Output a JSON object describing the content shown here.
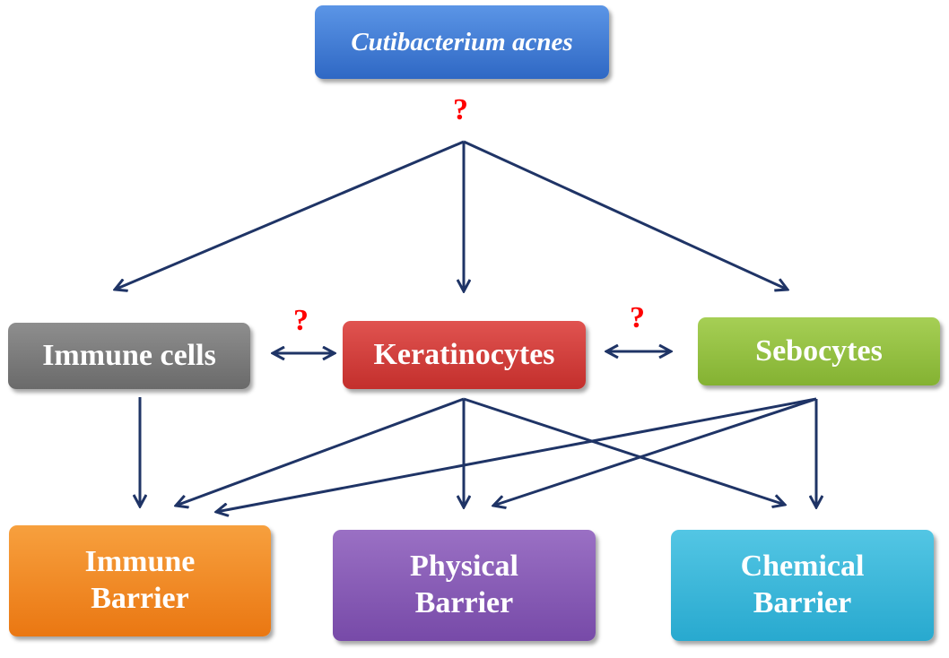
{
  "bacterium": {
    "label": "Cutibacterium acnes"
  },
  "cells": {
    "immune_cells": "Immune cells",
    "keratinocytes": "Keratinocytes",
    "sebocytes": "Sebocytes"
  },
  "barriers": {
    "immune": {
      "line1": "Immune",
      "line2": "Barrier"
    },
    "physical": {
      "line1": "Physical",
      "line2": "Barrier"
    },
    "chemical": {
      "line1": "Chemical",
      "line2": "Barrier"
    }
  },
  "unknown_marker": "?",
  "colors": {
    "bacterium": "#3d7ad6",
    "immune_cells": "#7a7a7a",
    "keratinocytes": "#d63c39",
    "sebocytes": "#96c23e",
    "immune_barrier": "#f0861b",
    "physical_barrier": "#8559b3",
    "chemical_barrier": "#35b6d9",
    "arrow": "#1f3466",
    "question_mark": "#ff0000"
  }
}
